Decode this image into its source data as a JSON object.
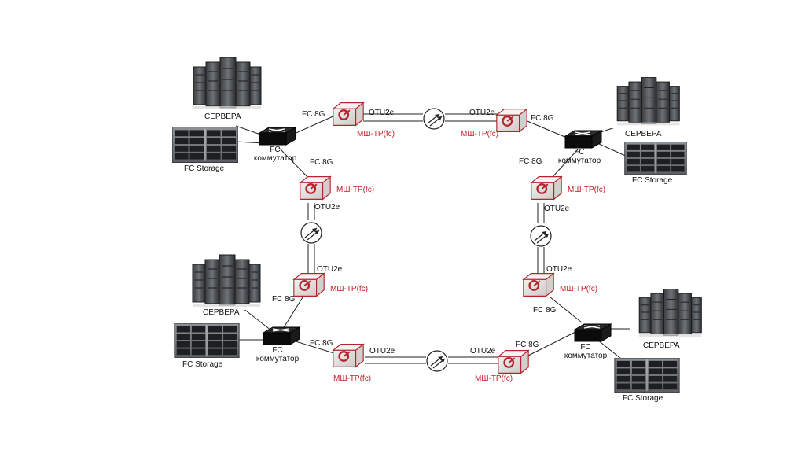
{
  "labels": {
    "servers": "СЕРВЕРА",
    "storage": "FC Storage",
    "switch_line1": "FC",
    "switch_line2": "коммутатор",
    "fc_link": "FC 8G",
    "otu_link": "OTU2e",
    "transponder": "МШ-ТР(fc)"
  },
  "colors": {
    "transponder_label": "#c0202a",
    "transponder_body": "#e9e4e4",
    "transponder_outline": "#b3262e",
    "switch_body": "#0b0b0b",
    "link": "#222222"
  },
  "icons": {
    "server": "server-rack-icon",
    "storage": "storage-array-icon",
    "switch": "fc-switch-icon",
    "transponder": "transponder-icon",
    "amplifier": "optical-amplifier-icon"
  }
}
